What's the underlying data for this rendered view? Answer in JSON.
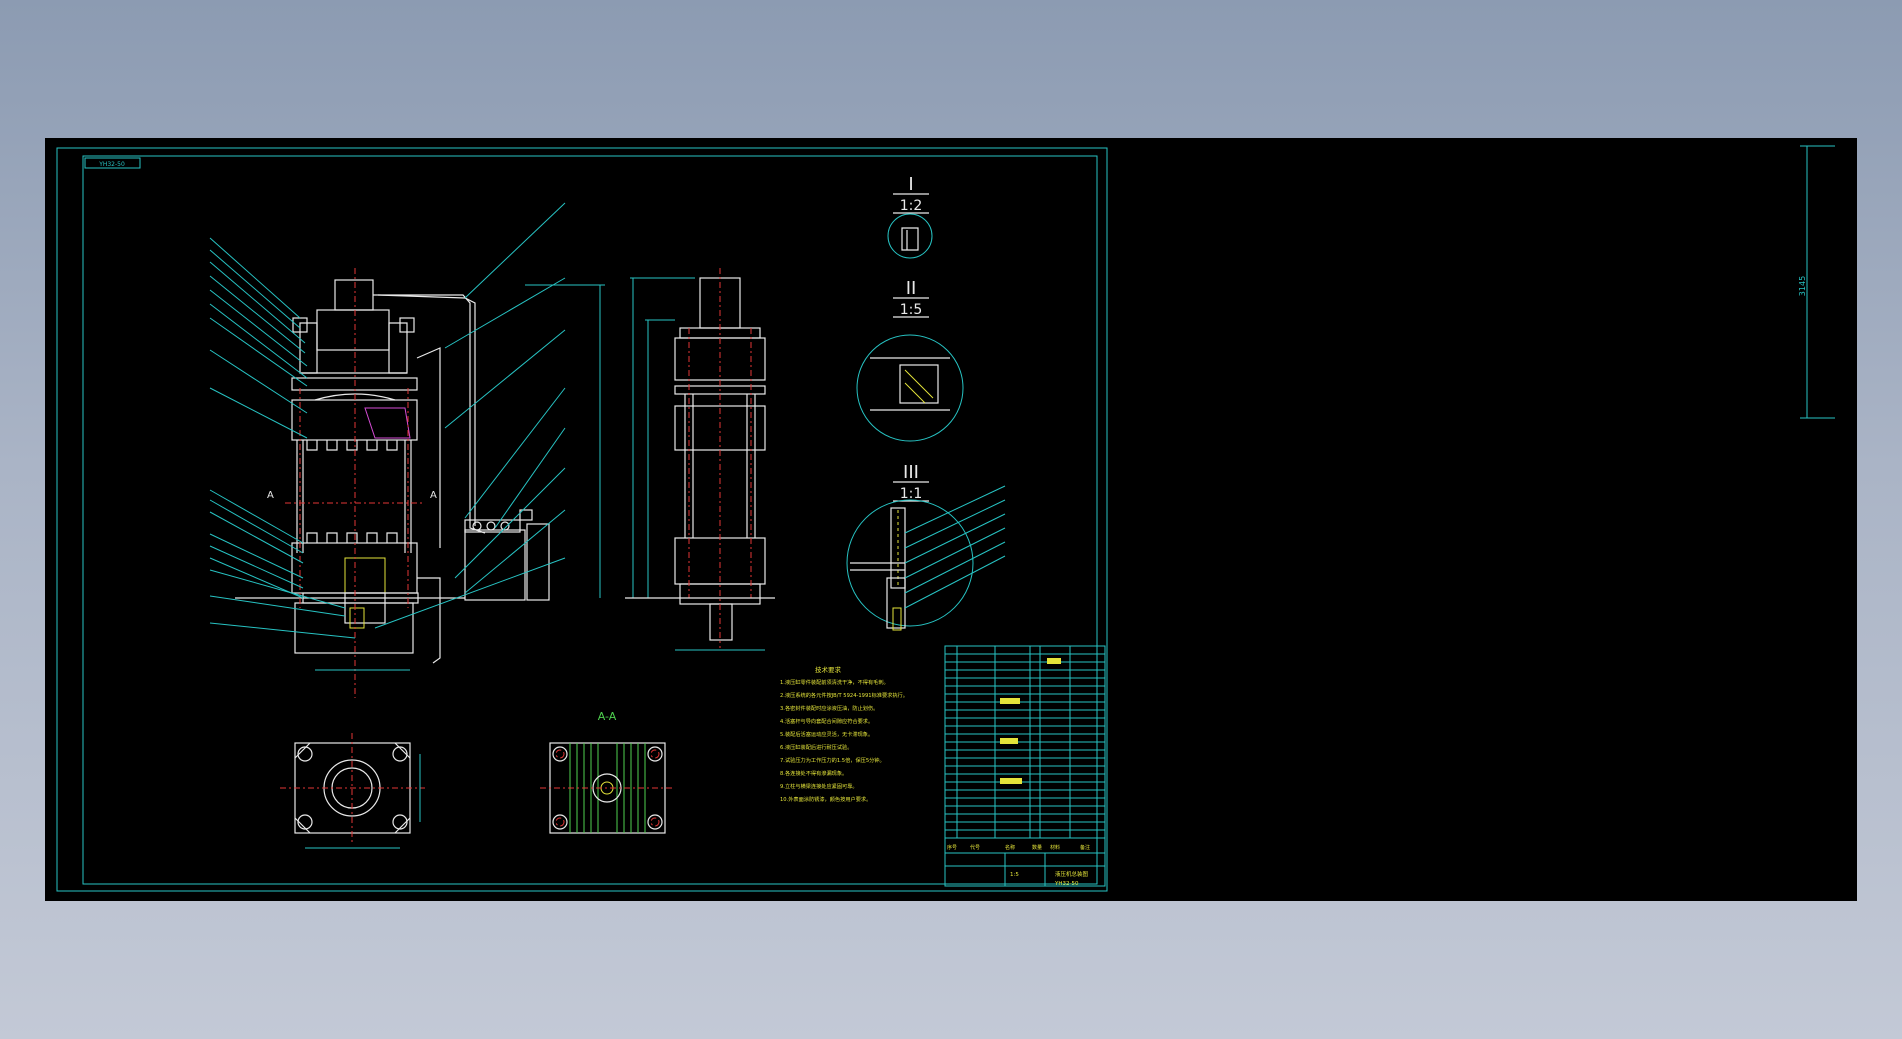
{
  "drawing": {
    "title_tag": "YH32-50",
    "detail_1": {
      "label": "I",
      "scale": "1:2"
    },
    "detail_2": {
      "label": "II",
      "scale": "1:5"
    },
    "detail_3": {
      "label": "III",
      "scale": "1:1"
    },
    "section_mark": "A",
    "section_view_title": "A-A",
    "side_dimension": "3145",
    "notes_title": "技术要求",
    "notes": [
      "1.液压缸零件装配前须清洗干净，不得有毛刺。",
      "2.液压系统的各元件按JB/T 5924-1991标准要求执行。",
      "3.各密封件装配时应涂液压油，防止划伤。",
      "4.活塞杆与导向套配合间隙应符合要求。",
      "5.装配后活塞运动应灵活，无卡滞现象。",
      "6.液压缸装配后进行耐压试验。",
      "7.试验压力为工作压力的1.5倍，保压5分钟。",
      "8.各连接处不得有渗漏现象。",
      "9.立柱与横梁连接处应紧固可靠。",
      "10.外表面涂防锈漆，颜色按用户要求。"
    ],
    "title_block": {
      "name": "液压机总装图",
      "scale": "1:5",
      "drawing_no": "YH32-50",
      "header_cols": [
        "序号",
        "代号",
        "名称",
        "数量",
        "材料",
        "备注"
      ]
    }
  },
  "colors": {
    "background_top": "#8c9bb2",
    "canvas": "#000000",
    "frame": "#27c3c3",
    "outline": "#e9e9e9",
    "centerline": "#e23636"
  }
}
